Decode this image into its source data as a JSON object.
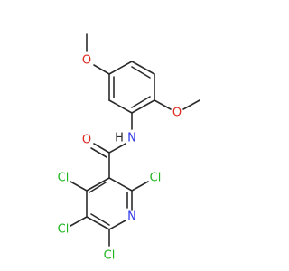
{
  "colors": {
    "bond": "#2b2b2b",
    "oxygen": "#e0291f",
    "nitrogen": "#2b35e6",
    "chlorine": "#1fb51f"
  },
  "atoms": {
    "o_top": "O",
    "o_right": "O",
    "o_carbonyl": "O",
    "n_amide": "N",
    "h_amide": "H",
    "n_ring": "N",
    "cl_1": "Cl",
    "cl_2": "Cl",
    "cl_3": "Cl",
    "cl_4": "Cl"
  }
}
